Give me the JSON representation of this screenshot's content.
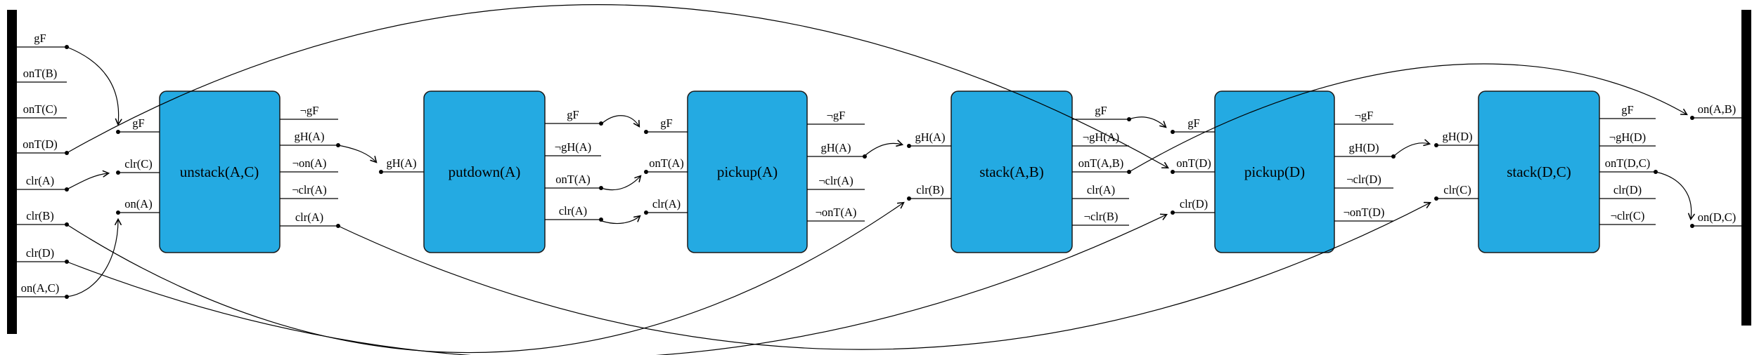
{
  "diagram": {
    "type": "planning-action-graph",
    "init": {
      "facts": [
        "gF",
        "onT(B)",
        "onT(C)",
        "onT(D)",
        "clr(A)",
        "clr(B)",
        "clr(D)",
        "on(A,C)"
      ]
    },
    "goal": {
      "facts": [
        "on(A,B)",
        "on(D,C)"
      ]
    },
    "actions": [
      {
        "name": "unstack(A,C)",
        "pre": [
          "gF",
          "clr(C)",
          "on(A)"
        ],
        "eff": [
          "¬gF",
          "gH(A)",
          "¬on(A)",
          "¬clr(A)",
          "clr(A)"
        ]
      },
      {
        "name": "putdown(A)",
        "pre": [
          "gH(A)"
        ],
        "eff": [
          "gF",
          "¬gH(A)",
          "onT(A)",
          "clr(A)"
        ]
      },
      {
        "name": "pickup(A)",
        "pre": [
          "gF",
          "onT(A)",
          "clr(A)"
        ],
        "eff": [
          "¬gF",
          "gH(A)",
          "¬clr(A)",
          "¬onT(A)"
        ]
      },
      {
        "name": "stack(A,B)",
        "pre": [
          "gH(A)",
          "clr(B)"
        ],
        "eff": [
          "gF",
          "¬gH(A)",
          "onT(A,B)",
          "clr(A)",
          "¬clr(B)"
        ]
      },
      {
        "name": "pickup(D)",
        "pre": [
          "gF",
          "onT(D)",
          "clr(D)"
        ],
        "eff": [
          "¬gF",
          "gH(D)",
          "¬clr(D)",
          "¬onT(D)"
        ]
      },
      {
        "name": "stack(D,C)",
        "pre": [
          "gH(D)",
          "clr(C)"
        ],
        "eff": [
          "gF",
          "¬gH(D)",
          "onT(D,C)",
          "clr(D)",
          "¬clr(C)"
        ]
      }
    ],
    "colors": {
      "action_fill": "#24aae2",
      "action_border": "#1a1a1a",
      "bar_fill": "#000000",
      "line": "#000000"
    }
  }
}
